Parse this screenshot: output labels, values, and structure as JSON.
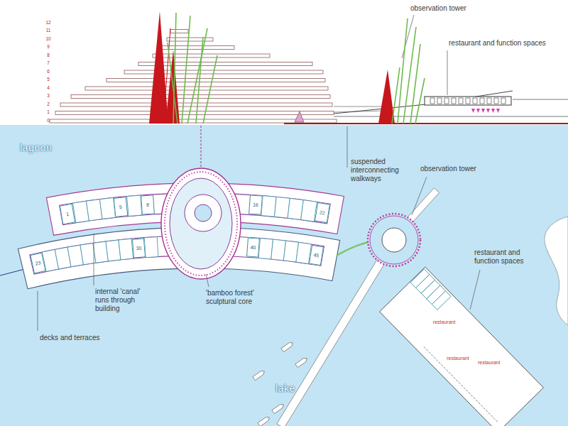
{
  "diagram": {
    "nodes": [
      {
        "text": [
          "1"
        ]
      },
      {
        "text": [
          "5"
        ]
      },
      {
        "text": [
          "8"
        ]
      },
      {
        "text": [
          "16"
        ]
      },
      {
        "text": [
          "22"
        ]
      },
      {
        "text": [
          "23"
        ]
      },
      {
        "text": [
          "30"
        ]
      },
      {
        "text": [
          "40"
        ]
      },
      {
        "text": [
          "45"
        ]
      },
      {
        "text": [
          "restaurant",
          "restaurant",
          "restaurant"
        ]
      }
    ],
    "labels": [
      "observation tower",
      "restaurant and function spaces",
      "12",
      "11",
      "10",
      "9",
      "8",
      "7",
      "6",
      "5",
      "4",
      "3",
      "2",
      "1",
      "0",
      "lagoon",
      "suspended interconnecting walkways",
      "observation tower",
      "restaurant and function spaces",
      "internal 'canal' runs through building",
      "'bamboo forest' sculptural core",
      "decks and terraces",
      "lake"
    ]
  }
}
